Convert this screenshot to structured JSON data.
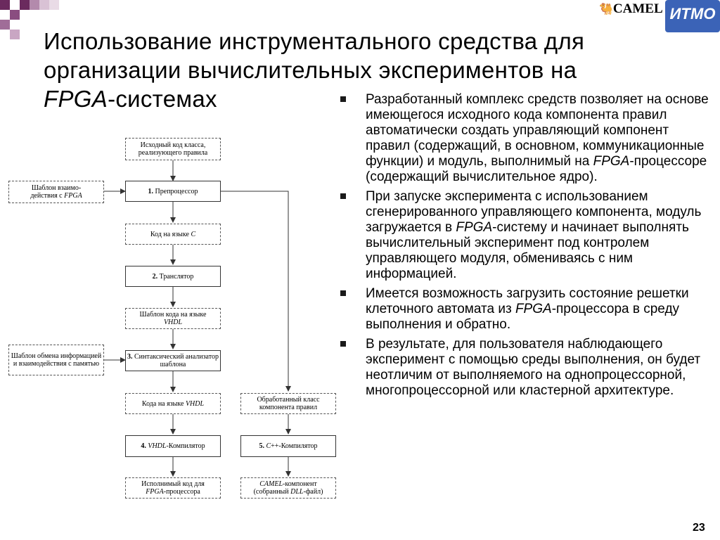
{
  "slide": {
    "title_line1": "Использование инструментального средства для",
    "title_line2": "организации вычислительных экспериментов на",
    "title_fpga": "FPGA",
    "title_tail": "-системах",
    "page_number": "23"
  },
  "logos": {
    "camel_text": "CAMEL",
    "itmo_text": "ИТМО"
  },
  "bullets": [
    {
      "pre": "Разработанный комплекс средств позволяет на основе имеющегося исходного кода компонента правил автоматически создать управляющий компонент правил (содержащий, в основном, коммуникационные функции) и модуль, выполнимый на ",
      "em": "FPGA",
      "post": "-процессоре (содержащий вычислительное ядро)."
    },
    {
      "pre": "При запуске эксперимента с использованием сгенерированного управляющего компонента, модуль загружается в ",
      "em": "FPGA",
      "post": "-систему и начинает выполнять вычислительный эксперимент под контролем управляющего модуля, обмениваясь с ним информацией."
    },
    {
      "pre": "Имеется возможность загрузить состояние решетки клеточного автомата из ",
      "em": "FPGA",
      "post": "-процессора в среду выполнения и обратно."
    },
    {
      "pre": "В результате, для пользователя наблюдающего эксперимент с помощью среды выполнения, он будет неотличим от выполняемого на однопроцессорной, многопроцессорной или кластерной архитектуре.",
      "em": "",
      "post": ""
    }
  ],
  "diagram": {
    "src_code": "Исходный код класса, реализующего правила",
    "tmpl_fpga_a": "Шаблон взаимо-",
    "tmpl_fpga_b": "действия с ",
    "tmpl_fpga_em": "FPGA",
    "step1_num": "1.",
    "step1_label": "Препроцессор",
    "code_c_a": "Код на языке ",
    "code_c_em": "C",
    "step2_num": "2.",
    "step2_label": "Транслятор",
    "tmpl_vhdl_a": "Шаблон кода на языке",
    "tmpl_vhdl_em": "VHDL",
    "tmpl_mem": "Шаблон обмена информацией и взаимодействия с памятью",
    "step3_num": "3.",
    "step3_label": "Синтаксический анализатор шаблона",
    "code_vhdl_a": "Кода на языке ",
    "code_vhdl_em": "VHDL",
    "processed": "Обработанный класс компонента правил",
    "step4_num": "4.",
    "step4_em": "VHDL",
    "step4_label": "-Компилятор",
    "step5_num": "5.",
    "step5_em": "C",
    "step5_label": "++-Компилятор",
    "exec_a": "Исполнимый код для",
    "exec_em": "FPGA",
    "exec_b": "-процессора",
    "camel_em": "CAMEL",
    "camel_a": "-компонент",
    "camel_b": "(собранный ",
    "camel_dll": "DLL",
    "camel_c": "-файл)"
  }
}
